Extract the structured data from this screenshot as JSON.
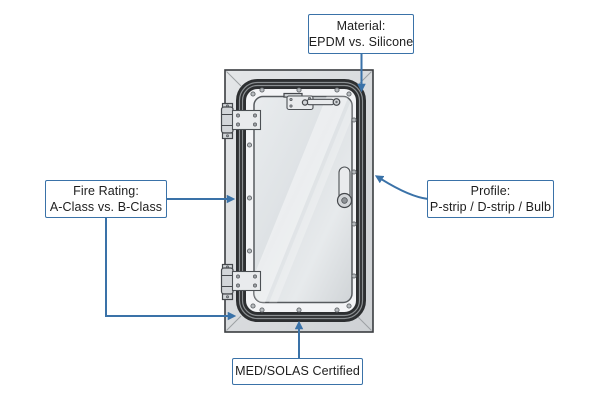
{
  "callouts": {
    "material": {
      "line1": "Material:",
      "line2": "EPDM vs. Silicone"
    },
    "fire_rating": {
      "line1": "Fire Rating:",
      "line2": "A-Class vs. B-Class"
    },
    "profile": {
      "line1": "Profile:",
      "line2": "P-strip / D-strip / Bulb"
    },
    "certification": {
      "label": "MED/SOLAS Certified"
    }
  },
  "colors": {
    "accent": "#3a72a8",
    "gasket": "#2d2f31",
    "panel_outline": "#565a5e",
    "frame": "#d8dadc",
    "text": "#1e1e1e",
    "background": "#ffffff"
  }
}
